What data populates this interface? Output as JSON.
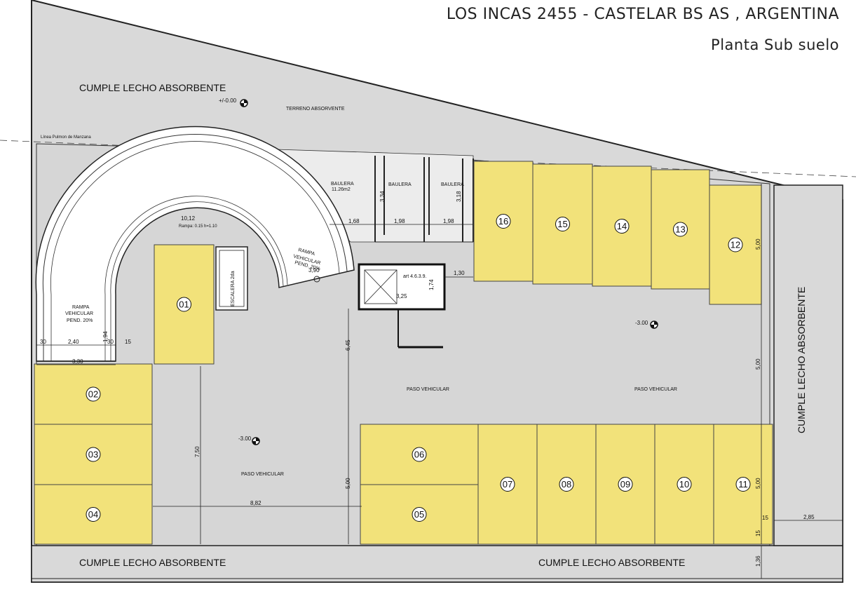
{
  "header": {
    "title": "LOS INCAS 2455 - CASTELAR  BS AS , ARGENTINA",
    "subtitle": "Planta Sub suelo"
  },
  "labels": {
    "absorbente": "CUMPLE LECHO ABSORBENTE",
    "terreno": "TERRENO ABSORVENTE",
    "linea_pulmon": "Línea Pulmon de Manzana",
    "level_zero": "+/-0.00",
    "level_minus3": "-3.00",
    "paso": "PASO VEHICULAR",
    "baulera_area": [
      "BAULERA",
      "11.26m2"
    ],
    "baulera": "BAULERA",
    "escalera": "ESCALERA 2da",
    "rampa_left": [
      "RAMPA",
      "VEHICULAR",
      "PEND. 20%"
    ],
    "rampa_right": [
      "RAMPA",
      "VEHICULAR",
      "PEND. 20%"
    ],
    "rampa_note": "Rampa: 0.15 h=1.10",
    "art": "art 4.6.3.9."
  },
  "spots": [
    "01",
    "02",
    "03",
    "04",
    "05",
    "06",
    "07",
    "08",
    "09",
    "10",
    "11",
    "12",
    "13",
    "14",
    "15",
    "16"
  ],
  "dimensions": {
    "d_10_12": "10,12",
    "d_3_90": "3,90",
    "d_3_25": "3,25",
    "d_1_74": "1,74",
    "d_1_30": "1,30",
    "d_1_68": "1,68",
    "d_1_98a": "1,98",
    "d_1_98b": "1,98",
    "d_3_34": "3,34",
    "d_3_18": "3,18",
    "d_30": "30",
    "d_2_40": "2,40",
    "d_1_94": "1,94",
    "d_30b": "30",
    "d_15": "15",
    "d_3_30": "3,30",
    "d_6_45": "6,45",
    "d_7_50": "7,50",
    "d_8_82": "8,82",
    "d_5_00a": "5,00",
    "d_5_00b": "5,00",
    "d_5_00c": "5,00",
    "d_5_00d": "5,00",
    "d_15b": "15",
    "d_2_85": "2,85",
    "d_15c": "15",
    "d_1_36": "1,36"
  },
  "colors": {
    "gray": "#d9d9d9",
    "yellow": "#f2e27a",
    "line": "#222222"
  }
}
